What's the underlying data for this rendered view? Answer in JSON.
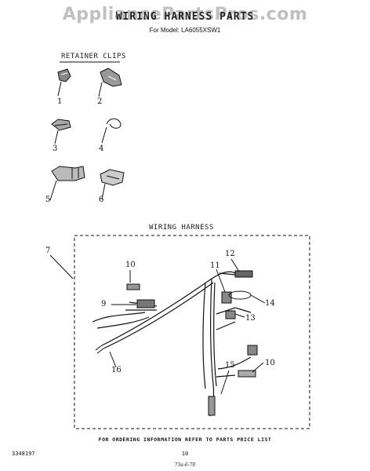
{
  "watermark": "AppliancePartsPros.com",
  "title": "WIRING HARNESS PARTS",
  "model_line": "For Model: LA6055XSW1",
  "sections": {
    "retainer_clips": "RETAINER CLIPS",
    "wiring_harness": "WIRING HARNESS"
  },
  "callouts": {
    "c1": "1",
    "c2": "2",
    "c3": "3",
    "c4": "4",
    "c5": "5",
    "c6": "6",
    "c7": "7",
    "c9": "9",
    "c10a": "10",
    "c10b": "10",
    "c11": "11",
    "c12": "12",
    "c13": "13",
    "c14": "14",
    "c15": "15",
    "c16": "16"
  },
  "footer": {
    "ordering": "FOR ORDERING INFORMATION REFER TO PARTS PRICE LIST",
    "doc_number": "3348197",
    "page": "10",
    "date_code": "73a-6-70"
  }
}
